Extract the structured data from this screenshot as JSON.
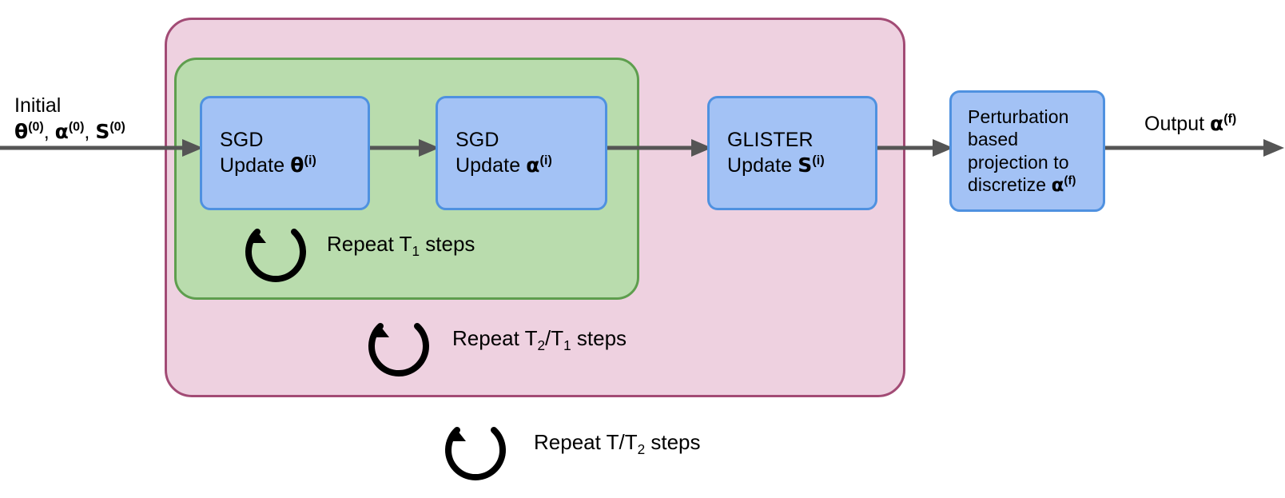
{
  "diagram": {
    "title": "GLISTER training loop schematic",
    "colors": {
      "outer_loop_fill": "#eed1e0",
      "outer_loop_stroke": "#a24b75",
      "inner_loop_fill": "#b9dcad",
      "inner_loop_stroke": "#5e9e4e",
      "node_fill": "#a3c2f5",
      "node_stroke": "#4f91e0",
      "arrow": "#555555",
      "text": "#000000"
    },
    "input": {
      "line1": "Initial",
      "line2_parts": [
        {
          "sym": "θ",
          "sup": "(0)"
        },
        {
          "text": ", "
        },
        {
          "sym": "α",
          "sup": "(0)"
        },
        {
          "text": ", "
        },
        {
          "sym": "S",
          "sup": "(0)"
        }
      ],
      "plain": "Initial θ(0), α(0), S(0)"
    },
    "output": {
      "label": "Output",
      "sym": "α",
      "sup": "(f)",
      "plain": "Output α(f)"
    },
    "nodes": [
      {
        "id": "sgd-theta",
        "line1": "SGD",
        "line2_prefix": "Update ",
        "sym": "θ",
        "sup": "(i)",
        "plain": "SGD Update θ(i)"
      },
      {
        "id": "sgd-alpha",
        "line1": "SGD",
        "line2_prefix": "Update ",
        "sym": "α",
        "sup": "(i)",
        "plain": "SGD Update α(i)"
      },
      {
        "id": "glister",
        "line1": "GLISTER",
        "line2_prefix": "Update ",
        "sym": "S",
        "sup": "(i)",
        "plain": "GLISTER Update S(i)"
      },
      {
        "id": "perturb",
        "line1": "Perturbation",
        "line2": "based",
        "line3": "projection to",
        "line4_prefix": "discretize ",
        "sym": "α",
        "sup": "(f)",
        "plain": "Perturbation based projection to discretize α(f)"
      }
    ],
    "loops": [
      {
        "id": "inner",
        "prefix": "Repeat T",
        "sub": "1",
        "suffix": " steps",
        "plain": "Repeat T1 steps",
        "icon": "circular-arrow-icon"
      },
      {
        "id": "middle",
        "prefix": "Repeat T",
        "sub": "2",
        "mid": "/T",
        "sub2": "1",
        "suffix": " steps",
        "plain": "Repeat T2/T1 steps",
        "icon": "circular-arrow-icon"
      },
      {
        "id": "outer",
        "prefix": "Repeat T/T",
        "sub": "2",
        "suffix": " steps",
        "plain": "Repeat T/T2 steps",
        "icon": "circular-arrow-icon"
      }
    ]
  }
}
